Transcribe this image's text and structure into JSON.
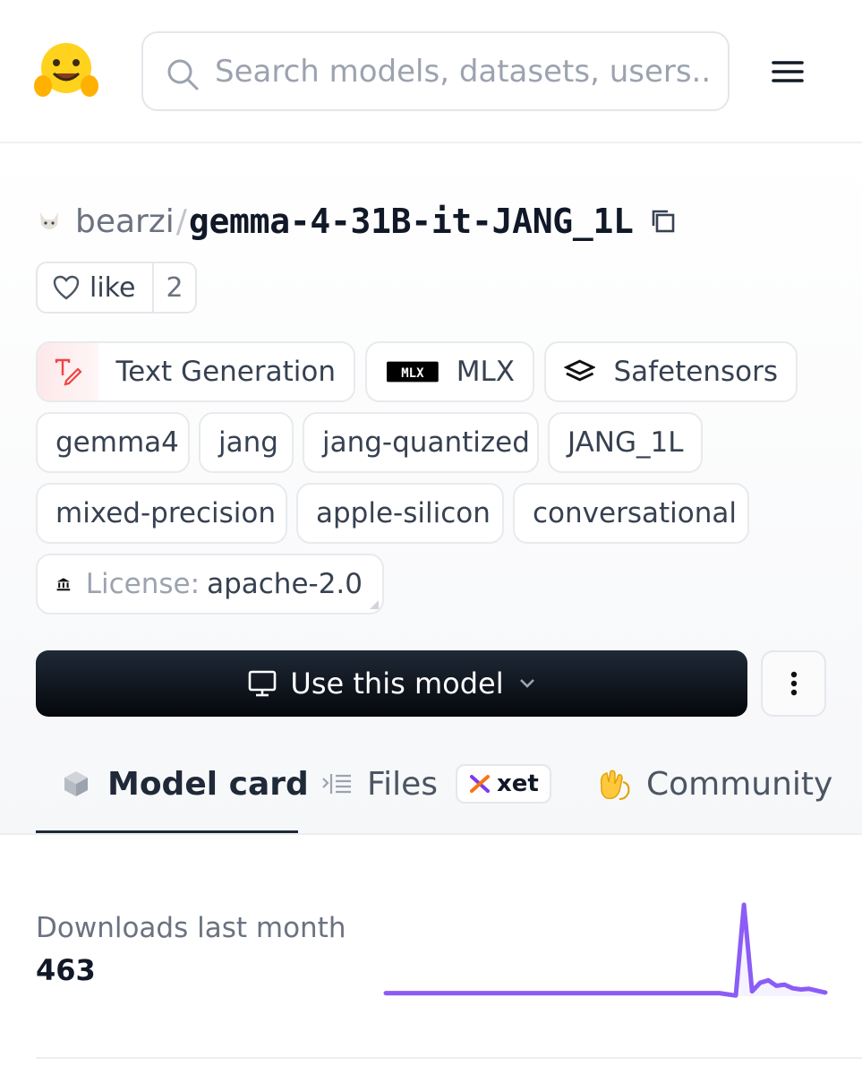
{
  "header": {
    "search_placeholder": "Search models, datasets, users..."
  },
  "repo": {
    "owner": "bearzi",
    "separator": "/",
    "name": "gemma-4-31B-it-JANG_1L"
  },
  "like": {
    "label": "like",
    "count": "2"
  },
  "tags": {
    "pipeline": "Text Generation",
    "library": "MLX",
    "format": "Safetensors",
    "gemma4": "gemma4",
    "jang": "jang",
    "jang_quantized": "jang-quantized",
    "jang_1l": "JANG_1L",
    "mixed_precision": "mixed-precision",
    "apple_silicon": "apple-silicon",
    "conversational": "conversational",
    "license_key": "License:",
    "license_value": "apache-2.0"
  },
  "actions": {
    "use_model": "Use this model"
  },
  "tabs": {
    "model_card": "Model card",
    "files": "Files",
    "xet": "xet",
    "community": "Community"
  },
  "downloads": {
    "label": "Downloads last month",
    "value": "463",
    "series": [
      5,
      5,
      5,
      5,
      5,
      5,
      5,
      5,
      5,
      5,
      5,
      5,
      5,
      5,
      5,
      5,
      5,
      5,
      5,
      5,
      5,
      5,
      5,
      5,
      5,
      5,
      5,
      5,
      5,
      5,
      5,
      5,
      5,
      5,
      5,
      5,
      5,
      5,
      5,
      5,
      5,
      5,
      3,
      1,
      150,
      8,
      22,
      26,
      17,
      19,
      13,
      11,
      12,
      9,
      6
    ],
    "color": "#8b5cf6"
  }
}
